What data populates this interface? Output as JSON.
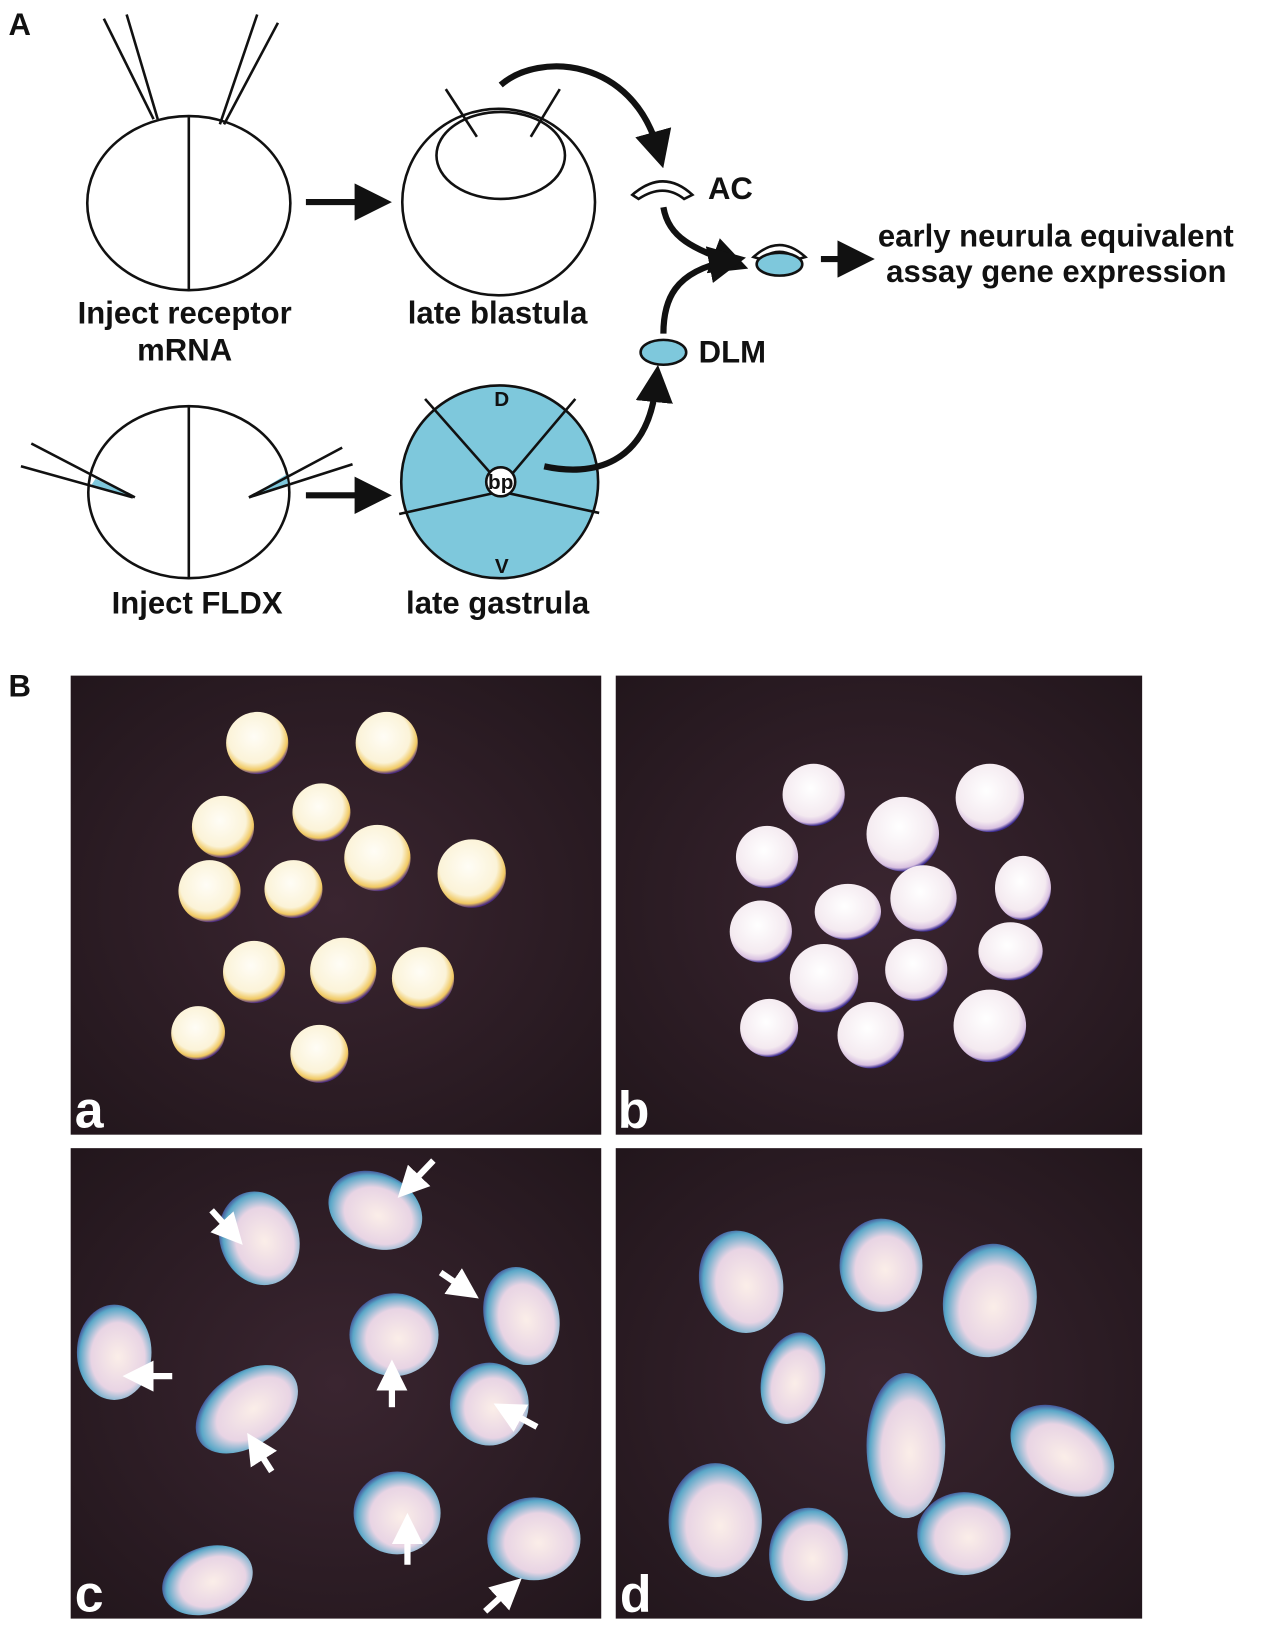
{
  "panel_a": {
    "label": "A",
    "inject_receptor": [
      "Inject receptor",
      "mRNA"
    ],
    "late_blastula": "late blastula",
    "inject_fldx": "Inject FLDX",
    "late_gastrula": "late gastrula",
    "ac": "AC",
    "dlm": "DLM",
    "dorsal": "D",
    "ventral": "V",
    "blastopore": "bp",
    "result": [
      "early neurula equivalent",
      "assay gene expression"
    ],
    "fill_color": "#7ec8dc"
  },
  "panel_b": {
    "label": "B",
    "subpanels": [
      "a",
      "b",
      "c",
      "d"
    ],
    "background_color": "#2a1a20"
  }
}
